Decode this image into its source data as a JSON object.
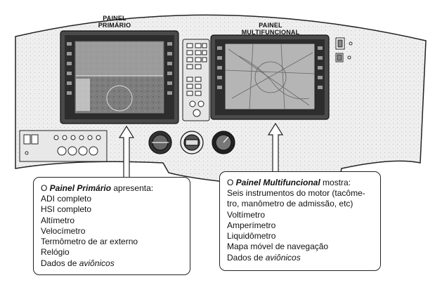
{
  "labels": {
    "primary_panel": [
      "PAINEL",
      "PRIMÁRIO"
    ],
    "multi_panel": [
      "PAINEL",
      "MULTIFUNCIONAL"
    ]
  },
  "left_box": {
    "intro_prefix": "O ",
    "intro_emph": "Painel Primário",
    "intro_suffix": " apresenta:",
    "items": [
      "ADI completo",
      "HSI completo",
      "Altímetro",
      "Velocímetro",
      "Termômetro de ar externo",
      "Relógio"
    ],
    "last_prefix": "Dados de ",
    "last_emph": "aviônicos"
  },
  "right_box": {
    "intro_prefix": "O ",
    "intro_emph": "Painel Multifuncional",
    "intro_suffix": "  mostra:",
    "items": [
      "Seis instrumentos do motor (tacôme-",
      "tro, manômetro de admissão, etc)",
      "Voltímetro",
      "Amperímetro",
      "Liquidômetro",
      "Mapa móvel de navegação"
    ],
    "last_prefix": "Dados de ",
    "last_emph": "aviônicos"
  }
}
